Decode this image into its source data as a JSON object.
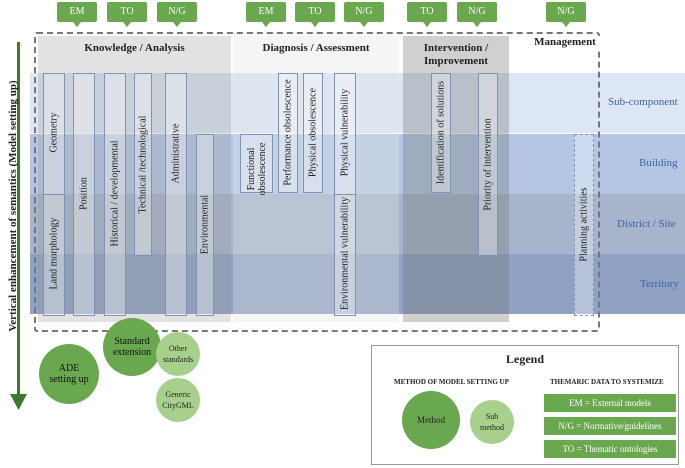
{
  "tags": {
    "knowledge": [
      "EM",
      "TO",
      "N/G"
    ],
    "diagnosis": [
      "EM",
      "TO",
      "N/G"
    ],
    "intervention": [
      "TO",
      "N/G"
    ],
    "management": [
      "N/G"
    ]
  },
  "phases": {
    "knowledge": "Knowledge / Analysis",
    "diagnosis": "Diagnosis / Assessment",
    "intervention": "Intervention / Improvement",
    "management": "Management"
  },
  "bands": [
    "Sub-component",
    "Building",
    "District / Site",
    "Territory"
  ],
  "axis_label": "Vertical enhancement of semantics (Model setting up)",
  "knowledge_items": {
    "geometry": "Geometry",
    "land_morphology": "Land morphology",
    "position": "Position",
    "historical": "Historical / developmental",
    "technical": "Technical /technological",
    "administrative": "Administrative",
    "environmental": "Environmental"
  },
  "diagnosis_items": {
    "functional": "Functional obsolescence",
    "performance": "Performance obsolescence",
    "physical_obsolescence": "Physical obsolescence",
    "physical_vulnerability": "Physical vulnerability",
    "environmental_vulnerability": "Environmental vulnerability"
  },
  "intervention_items": {
    "identification": "Identification of solutions",
    "priority": "Priority of intervention"
  },
  "management_items": {
    "planning": "Planning activities"
  },
  "methods": {
    "ade": "ADE setting up",
    "standard": "Standard extension",
    "other": "Other standards",
    "generic": "Generic CityGML"
  },
  "legend": {
    "title": "Legend",
    "method_head": "METHOD OF MODEL SETTING UP",
    "data_head": "THEMARIC DATA TO SYSTEMIZE",
    "method": "Method",
    "sub_method": "Sub method",
    "items": [
      "EM = External models",
      "N/G = Normative/guidelines",
      "TO = Thematic ontologies"
    ]
  },
  "colors": {
    "band1": "#dde6f4",
    "band2": "#b4c6e4",
    "band3": "#a7b4cb",
    "band4": "#8fa2c3",
    "green": "#6aa84f",
    "light_green": "#a8d08d",
    "frame": "#777777"
  }
}
